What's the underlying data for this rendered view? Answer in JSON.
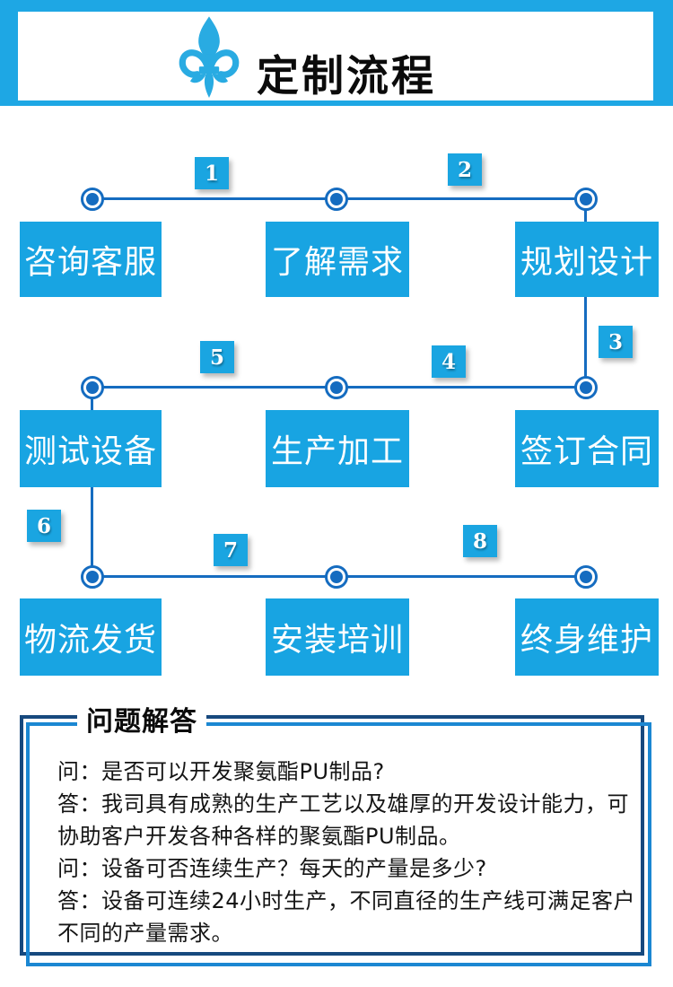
{
  "colors": {
    "accent_blue": "#1ea7e4",
    "box_blue": "#18a4e2",
    "connector_blue": "#156cc0",
    "qa_frame_dark": "#17497e",
    "qa_frame_blue": "#1b87d2",
    "text_black": "#0b0b0b"
  },
  "header": {
    "title": "定制流程",
    "icon": "fleur-de-lis-icon"
  },
  "flow": {
    "boxes": [
      {
        "label": "咨询客服"
      },
      {
        "label": "了解需求"
      },
      {
        "label": "规划设计"
      },
      {
        "label": "测试设备"
      },
      {
        "label": "生产加工"
      },
      {
        "label": "签订合同"
      },
      {
        "label": "物流发货"
      },
      {
        "label": "安装培训"
      },
      {
        "label": "终身维护"
      }
    ],
    "badges": [
      "1",
      "2",
      "3",
      "4",
      "5",
      "6",
      "7",
      "8"
    ]
  },
  "qa": {
    "title": "问题解答",
    "items": [
      "问：是否可以开发聚氨酯PU制品?",
      "答：我司具有成熟的生产工艺以及雄厚的开发设计能力，可协助客户开发各种各样的聚氨酯PU制品。",
      "问：设备可否连续生产？每天的产量是多少?",
      "答：设备可连续24小时生产，不同直径的生产线可满足客户不同的产量需求。"
    ]
  }
}
